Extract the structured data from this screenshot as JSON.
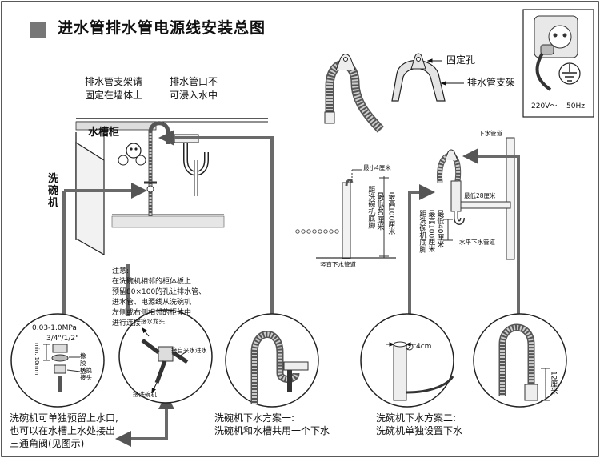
{
  "title": "进水管排水管电源线安装总图",
  "power": {
    "voltage": "220V～",
    "frequency": "50Hz"
  },
  "labels": {
    "fixing_hole": "固定孔",
    "drain_bracket": "排水管支架",
    "bracket_wall_l1": "排水管支架请",
    "bracket_wall_l2": "固定在墙体上",
    "outlet_l1": "排水管口不",
    "outlet_l2": "可浸入水中",
    "sink_cabinet": "水槽柜",
    "dishwasher_l1": "洗",
    "dishwasher_l2": "碗",
    "dishwasher_l3": "机"
  },
  "note": {
    "heading": "注意:",
    "lines": [
      "在洗碗机相邻的柜体板上",
      "预留80×100的孔让排水管、",
      "进水管、电源线从洗碗机",
      "左侧或右侧相邻的柜体中",
      "进行连接"
    ]
  },
  "vertical_pipe": {
    "min_height": "最小4厘米",
    "height_spec": [
      "距洗碗机底脚",
      "最低40厘米",
      "最高100厘米"
    ],
    "caption": "竖直下水管道"
  },
  "horizontal_pipe": {
    "down_pipe": "下水管道",
    "min_height": "最低28厘米",
    "height_spec": [
      "距洗碗机底脚",
      "最高100厘米",
      "最低40厘米"
    ],
    "caption": "水平下水管道"
  },
  "circle1": {
    "pressure": "0.03-1.0MPa",
    "thread": "3/4\"/1/2\"",
    "length": "min. 10mm",
    "gasket": "橡胶垫",
    "adapter_l1": "转换",
    "adapter_l2": "接头"
  },
  "circle2": {
    "faucet": "接水龙头",
    "from_tap": "接自来水进水",
    "to_machine": "接洗碗机"
  },
  "circle4": {
    "diameter": "4cm"
  },
  "circle5": {
    "height": "12厘米"
  },
  "captions": {
    "left": [
      "洗碗机可单独预留上水口,",
      "也可以在水槽上水处接出",
      "三通角阀(见图示)"
    ],
    "scheme1": [
      "洗碗机下水方案一:",
      "洗碗机和水槽共用一个下水"
    ],
    "scheme2": [
      "洗碗机下水方案二:",
      "洗碗机单独设置下水"
    ]
  }
}
